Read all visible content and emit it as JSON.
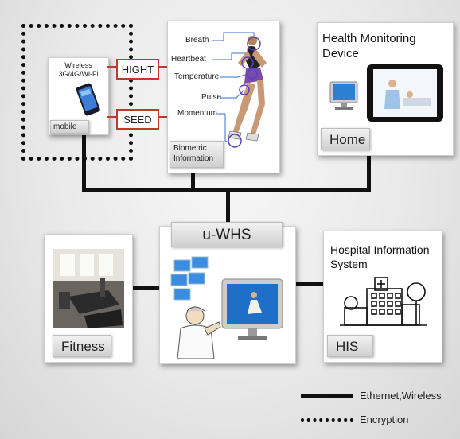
{
  "mobile": {
    "network": "Wireless\n3G/4G/Wi-Fi",
    "label": "mobile"
  },
  "security": {
    "top": "HIGHT",
    "bottom": "SEED"
  },
  "biometric": {
    "labels": [
      "Breath",
      "Heartbeat",
      "Temperature",
      "Pulse",
      "Momentum"
    ],
    "caption": "Biometric\nInformation"
  },
  "home": {
    "title": "Health Monitoring\nDevice",
    "label": "Home"
  },
  "center": {
    "title": "u-WHS"
  },
  "fitness": {
    "label": "Fitness"
  },
  "his": {
    "title": "Hospital Information\nSystem",
    "label": "HIS"
  },
  "legend": {
    "solid": "Ethernet,Wireless",
    "dotted": "Encryption"
  }
}
